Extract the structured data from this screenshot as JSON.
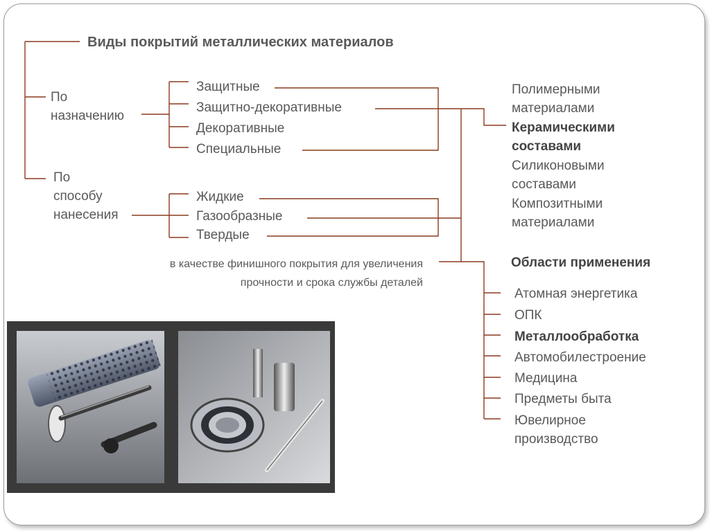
{
  "title": "Виды покрытий металлических материалов",
  "by_purpose": {
    "label_line1": "По",
    "label_line2": "назначению",
    "items": [
      "Защитные",
      "Защитно-декоративные",
      "Декоративные",
      "Специальные"
    ]
  },
  "by_method": {
    "label_line1": "По",
    "label_line2": "способу",
    "label_line3": "нанесения",
    "items": [
      "Жидкие",
      "Газообразные",
      "Твердые"
    ]
  },
  "note": {
    "line1": "в качестве финишного покрытия для увеличения",
    "line2": "прочности и срока службы деталей"
  },
  "materials": [
    {
      "line1": "Полимерными",
      "line2": "материалами",
      "bold": false
    },
    {
      "line1": "Керамическими",
      "line2": "составами",
      "bold": true
    },
    {
      "line1": "Силиконовыми",
      "line2": "составами",
      "bold": false
    },
    {
      "line1": "Композитными",
      "line2": "материалами",
      "bold": false
    }
  ],
  "applications": {
    "heading": "Области применения",
    "items": [
      {
        "text": "Атомная энергетика",
        "bold": false
      },
      {
        "text": "ОПК",
        "bold": false
      },
      {
        "text": "Металлообработка",
        "bold": true
      },
      {
        "text": "Автомобилестроение",
        "bold": false
      },
      {
        "text": "Медицина",
        "bold": false
      },
      {
        "text": "Предметы быта",
        "bold": false
      },
      {
        "text": "Ювелирное",
        "bold": false
      },
      {
        "text": "производство",
        "bold": false
      }
    ]
  },
  "colors": {
    "connector": "#8b3a1e",
    "text": "#595959"
  }
}
